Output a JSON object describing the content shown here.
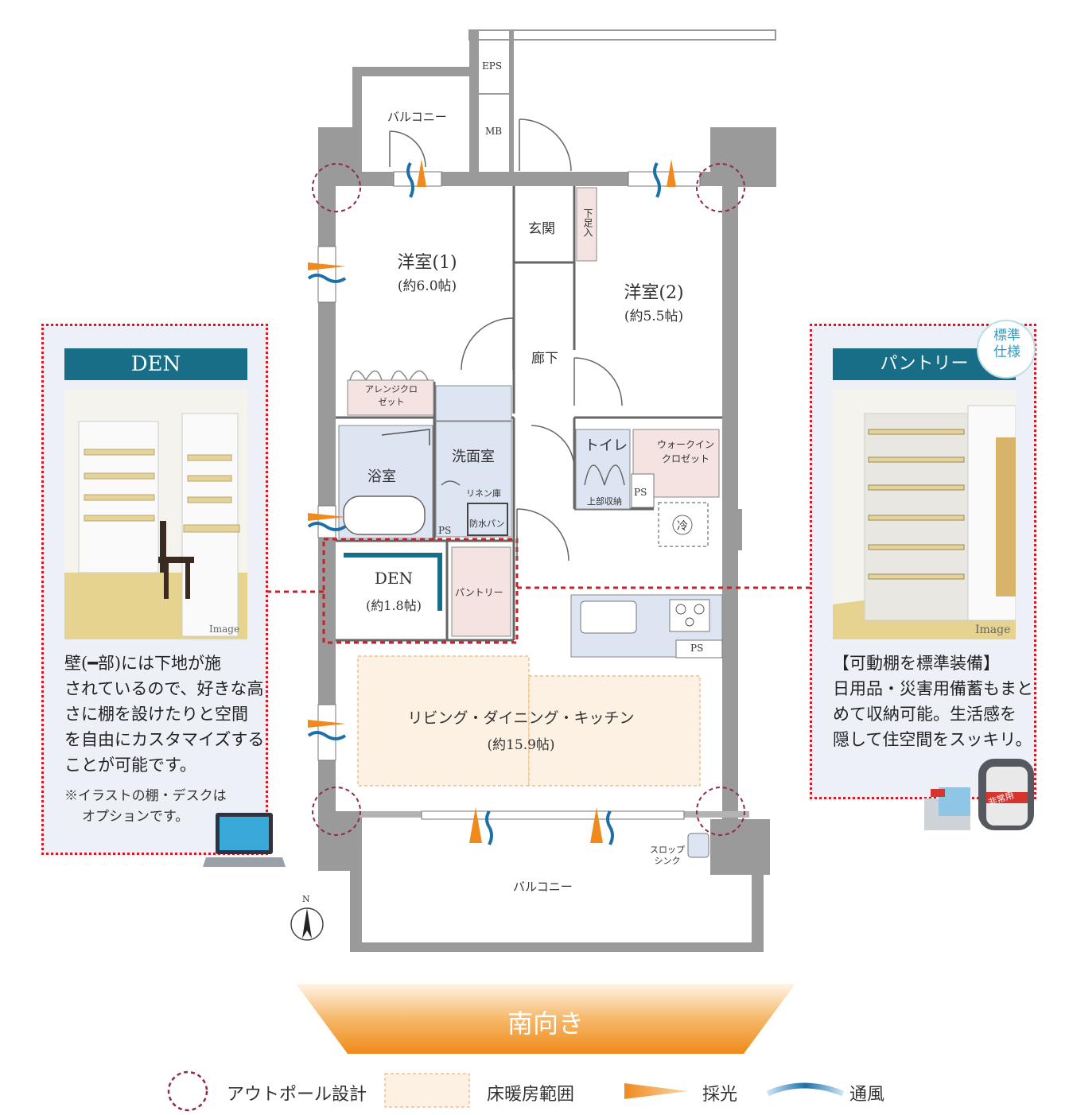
{
  "rooms": {
    "balcony_north": "バルコニー",
    "eps": "EPS",
    "mb": "MB",
    "entrance": "玄関",
    "shoe_storage": "下足入",
    "western1_name": "洋室(1)",
    "western1_size": "(約6.0帖)",
    "western2_name": "洋室(2)",
    "western2_size": "(約5.5帖)",
    "hallway": "廊下",
    "arrange_closet": "アレンジクロゼット",
    "bathroom": "浴室",
    "washroom": "洗面室",
    "linen": "リネン庫",
    "waterproof_pan": "防水パン",
    "toilet": "トイレ",
    "upper_storage": "上部収納",
    "walkin_closet": "ウォークインクロゼット",
    "ps": "PS",
    "fridge": "冷",
    "den_name": "DEN",
    "den_size": "(約1.8帖)",
    "pantry_room": "パントリー",
    "ldk_name": "リビング・ダイニング・キッチン",
    "ldk_size": "(約15.9帖)",
    "slop_sink": "スロップシンク",
    "balcony_south": "バルコニー",
    "compass_n": "N"
  },
  "den_panel": {
    "title": "DEN",
    "image_tag": "Image",
    "caption_lines": [
      "壁(━部)には下地が施",
      "されているので、好きな高",
      "さに棚を設けたりと空間",
      "を自由にカスタマイズする",
      "ことが可能です。"
    ],
    "note_lines": [
      "※イラストの棚・デスクは",
      "オプションです。"
    ]
  },
  "pantry_panel": {
    "badge": "標準仕様",
    "title": "パントリー",
    "image_tag": "Image",
    "caption_lines": [
      "【可動棚を標準装備】",
      "日用品・災害用備蓄もまと",
      "めて収納可能。生活感を",
      "隠して住空間をスッキリ。"
    ],
    "emergency_label": "非常用"
  },
  "orientation_label": "南向き",
  "legend": {
    "outpole": "アウトポール設計",
    "floor_heating": "床暖房範囲",
    "daylight": "採光",
    "ventilation": "通風"
  },
  "colors": {
    "wall": "#9a9a9a",
    "bath_blue": "#dde5f2",
    "closet_pink": "#f5e3e1",
    "floor_heat": "#fdf1e3",
    "accent_teal": "#176e86",
    "outpole_red": "#8e2c48",
    "den_border": "#c8202a",
    "orange": "#f08a1e"
  }
}
